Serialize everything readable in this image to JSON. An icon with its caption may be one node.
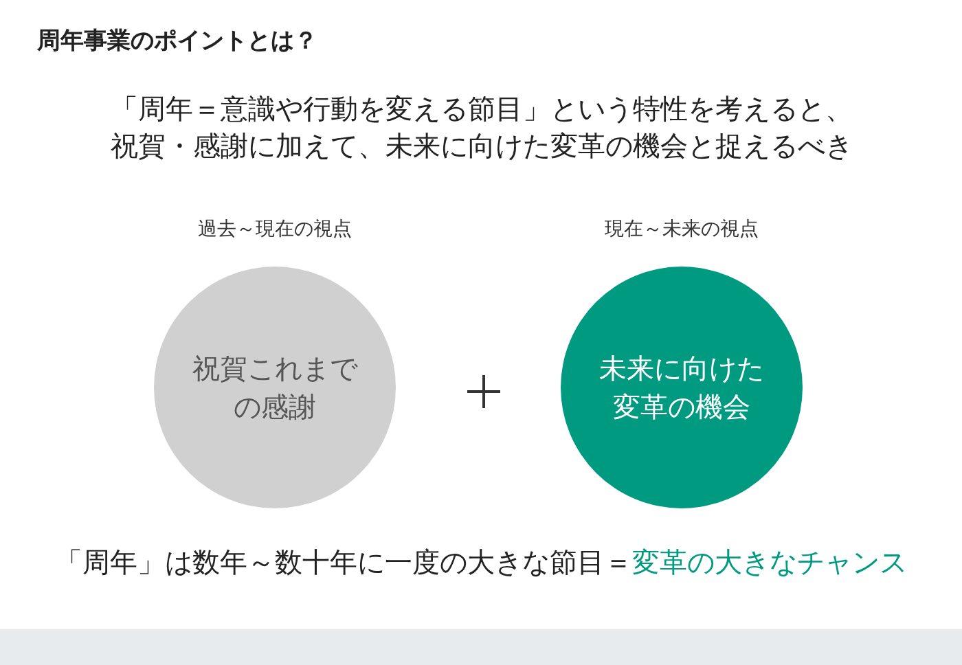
{
  "diagram": {
    "title": "周年事業のポイントとは？",
    "nodes": [
      {
        "text": [
          "祝賀これまでの感謝"
        ],
        "beside": [
          "過去～現在の視点"
        ]
      },
      {
        "text": [
          "未来に向けた変革の機会"
        ],
        "beside": [
          "現在～未来の視点"
        ]
      }
    ],
    "edges": [],
    "labels": [
      "「周年＝意識や行動を変える節目」という特性を考えると、祝賀・感謝に加えて、未来に向けた変革の機会と捉えるべき",
      "「周年」は数年～数十年に一度の大きな節目＝**変革の大きなチャンス**"
    ]
  }
}
